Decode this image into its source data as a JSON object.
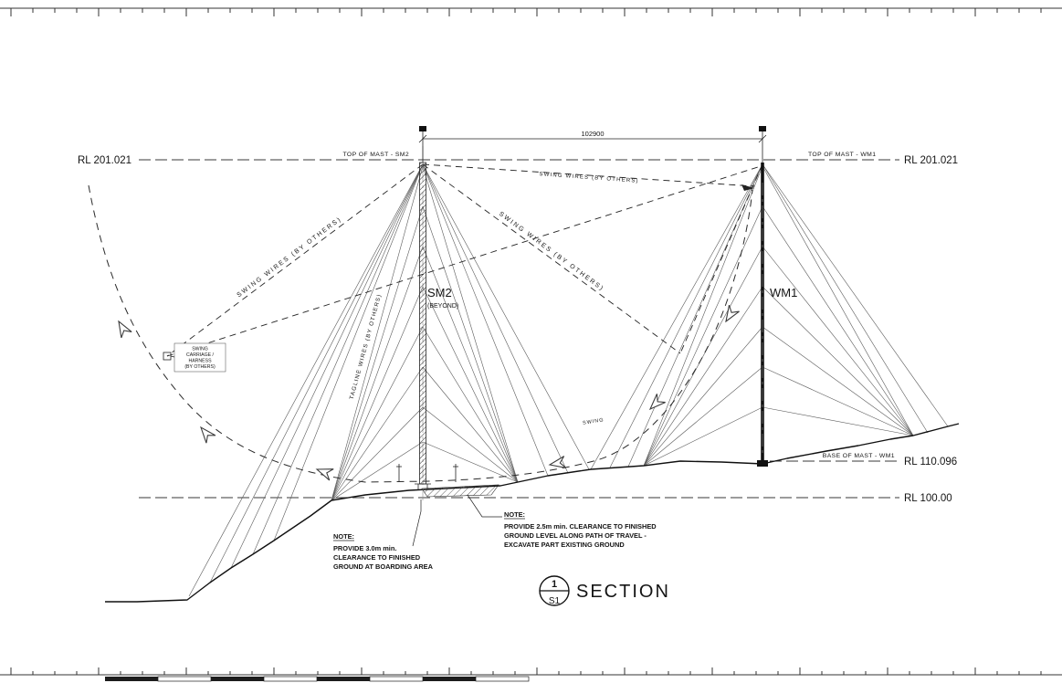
{
  "levels": {
    "rl_top_left": "RL 201.021",
    "rl_top_right": "RL 201.021",
    "top_of_mast_sm2": "TOP OF MAST - SM2",
    "top_of_mast_wm1": "TOP OF MAST - WM1",
    "base_of_mast_wm1": "BASE OF MAST - WM1",
    "rl_base_wm1": "RL 110.096",
    "rl_ground": "RL 100.00"
  },
  "masts": {
    "sm2_label": "SM2",
    "sm2_sublabel": "(BEYOND)",
    "wm1_label": "WM1"
  },
  "dimensions": {
    "mast_span": "102900"
  },
  "wires": {
    "swing_wires_left": "SWING  WIRES  (BY OTHERS)",
    "swing_wires_right": "SWING  WIRES  (BY OTHERS)",
    "swing_wires_top": "SWING  WIRES  (BY OTHERS)",
    "tagline_wires": "TAGLINE  WIRES  (BY OTHERS)",
    "swing_small": "SWING",
    "carriage_line1": "SWING",
    "carriage_line2": "CARRIAGE /",
    "carriage_line3": "HARNESS",
    "carriage_line4": "(BY OTHERS)"
  },
  "notes": {
    "note1_heading": "NOTE:",
    "note1_line1": "PROVIDE 3.0m min.",
    "note1_line2": "CLEARANCE TO FINISHED",
    "note1_line3": "GROUND AT BOARDING AREA",
    "note2_heading": "NOTE:",
    "note2_line1": "PROVIDE 2.5m min. CLEARANCE TO FINISHED",
    "note2_line2": "GROUND LEVEL ALONG PATH OF TRAVEL -",
    "note2_line3": "EXCAVATE PART EXISTING GROUND"
  },
  "title": {
    "detail_number": "1",
    "sheet_ref": "S1",
    "label": "SECTION"
  }
}
